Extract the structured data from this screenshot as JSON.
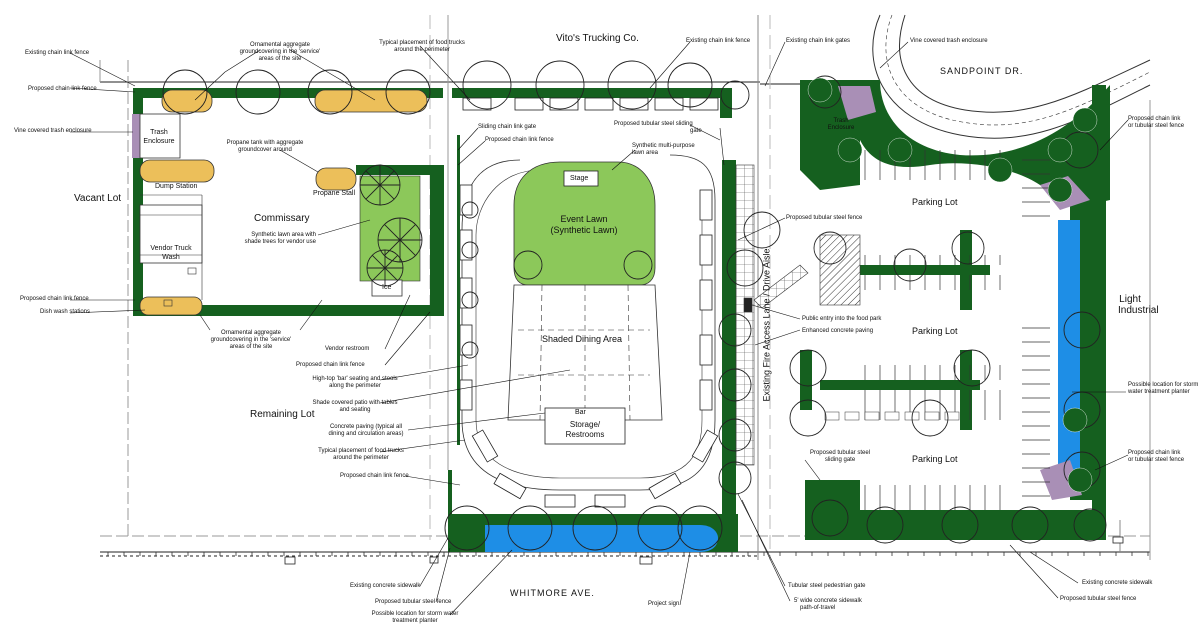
{
  "colors": {
    "green_dark": "#15601f",
    "green_lawn": "#8cc85a",
    "water_blue": "#1e8ee6",
    "aggregate": "#ecbf5a",
    "purple": "#a98fb6",
    "line": "#111111"
  },
  "streets": {
    "top_company": "Vito's Trucking Co.",
    "sandpoint": "SANDPOINT DR.",
    "whitmore": "WHITMORE AVE.",
    "fire_lane": "Existing Fire Access Lane / Drive Aisle"
  },
  "areas": {
    "vacant_lot": "Vacant Lot",
    "remaining_lot": "Remaining Lot",
    "light_industrial": "Light Industrial",
    "commissary": "Commissary",
    "trash_enclosure": "Trash Enclosure",
    "dump_station": "Dump Station",
    "vendor_truck_wash": "Vendor Truck Wash",
    "propane_stall": "Propane Stall",
    "ice": "Ice",
    "stage": "Stage",
    "event_lawn_1": "Event Lawn",
    "event_lawn_2": "(Synthetic Lawn)",
    "shaded_dining": "Shaded Dining Area",
    "bar": "Bar",
    "storage_1": "Storage/",
    "storage_2": "Restrooms",
    "parking_1": "Parking Lot",
    "parking_2": "Parking Lot",
    "parking_3": "Parking Lot",
    "trash_enclosure_right": "Trash Enclosure"
  },
  "callouts": {
    "existing_fence_tl": "Existing chain link fence",
    "ornamental_top_1": "Ornamental aggregate",
    "ornamental_top_2": "groundcovering in the 'service'",
    "ornamental_top_3": "areas of the site",
    "food_trucks_top_1": "Typical placement of food trucks",
    "food_trucks_top_2": "around the perimeter",
    "existing_fence_top": "Existing chain link fence",
    "existing_gates_top": "Existing chain link gates",
    "vine_trash_top": "Vine covered trash enclosure",
    "proposed_fence_left": "Proposed chain link fence",
    "vine_trash_left": "Vine covered trash enclosure",
    "propane_1": "Propane tank with aggregate",
    "propane_2": "groundcover around",
    "synthetic_shade_1": "Synthetic lawn area with",
    "synthetic_shade_2": "shade trees for vendor use",
    "sliding_gate": "Sliding chain link gate",
    "proposed_fence_mid": "Proposed chain link fence",
    "tubular_sliding_1": "Proposed tubular steel sliding",
    "tubular_sliding_2": "gate",
    "synthetic_multi_1": "Synthetic multi-purpose",
    "synthetic_multi_2": "lawn area",
    "proposed_fence_left2": "Proposed chain link fence",
    "dish_wash": "Dish wash stations",
    "ornamental_bot_1": "Ornamental aggregate",
    "ornamental_bot_2": "groundcovering in the 'service'",
    "ornamental_bot_3": "areas of the site",
    "vendor_restroom": "Vendor restroom",
    "proposed_fence_c": "Proposed chain link fence",
    "hightop_1": "High-top 'bar' seating and stools",
    "hightop_2": "along the perimeter",
    "shade_patio_1": "Shade covered patio with tables",
    "shade_patio_2": "and seating",
    "paving_1": "Concrete paving  (typical all",
    "paving_2": "dining and circulation areas)",
    "food_trucks_bot_1": "Typical placement of food trucks",
    "food_trucks_bot_2": "around the perimeter",
    "proposed_fence_bot": "Proposed chain link fence",
    "tubular_fence_mid": "Proposed tubular steel fence",
    "public_entry": "Public entry into the food park",
    "enhanced_paving": "Enhanced concrete paving",
    "tubular_gate_r_1": "Proposed tubular steel",
    "tubular_gate_r_2": "sliding gate",
    "right_fence_1": "Proposed chain link",
    "right_fence_2": "or tubular steel fence",
    "storm_right_1": "Possible location for storm",
    "storm_right_2": "water treatment planter",
    "right_fence2_1": "Proposed chain link",
    "right_fence2_2": "or tubular steel fence",
    "existing_sidewalk_l": "Existing concrete sidewalk",
    "tubular_fence_bl": "Proposed tubular steel fence",
    "storm_bot_1": "Possible location for storm water",
    "storm_bot_2": "treatment planter",
    "project_sign": "Project sign",
    "pedestrian_gate": "Tubular steel pedestrian gate",
    "sidewalk_5_1": "5' wide concrete sidewalk",
    "sidewalk_5_2": "path-of-travel",
    "existing_sidewalk_r": "Existing concrete sidewalk",
    "tubular_fence_br": "Proposed tubular steel fence"
  }
}
